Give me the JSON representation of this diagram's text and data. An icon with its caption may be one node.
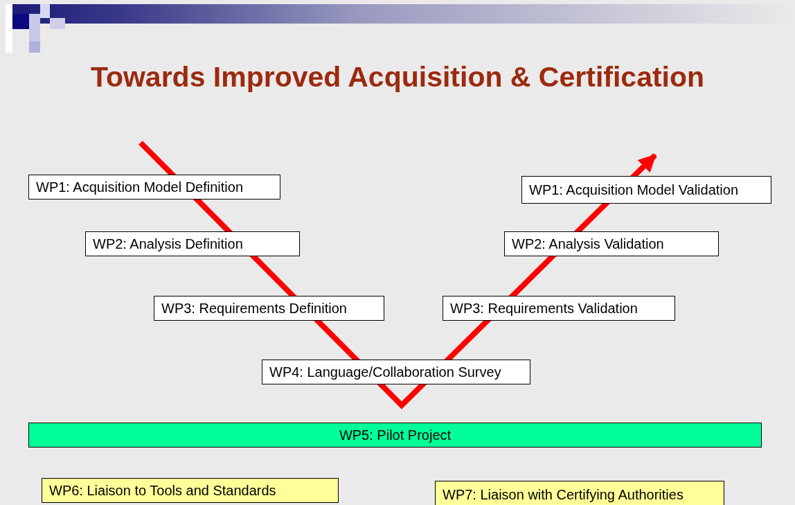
{
  "diagram": {
    "title": "Towards Improved Acquisition & Certification",
    "nodes": [
      {
        "text": [
          "WP1: Acquisition Model Definition"
        ]
      },
      {
        "text": [
          "WP1: Acquisition Model Validation"
        ]
      },
      {
        "text": [
          "WP2: Analysis Definition"
        ]
      },
      {
        "text": [
          "WP2: Analysis Validation"
        ]
      },
      {
        "text": [
          "WP3: Requirements Definition"
        ]
      },
      {
        "text": [
          "WP3: Requirements Validation"
        ]
      },
      {
        "text": [
          "WP4: Language/Collaboration Survey"
        ]
      },
      {
        "text": [
          "WP5: Pilot Project"
        ]
      },
      {
        "text": [
          "WP6: Liaison to Tools and Standards"
        ]
      },
      {
        "text": [
          "WP7: Liaison with Certifying Authorities"
        ]
      }
    ],
    "edges": []
  }
}
